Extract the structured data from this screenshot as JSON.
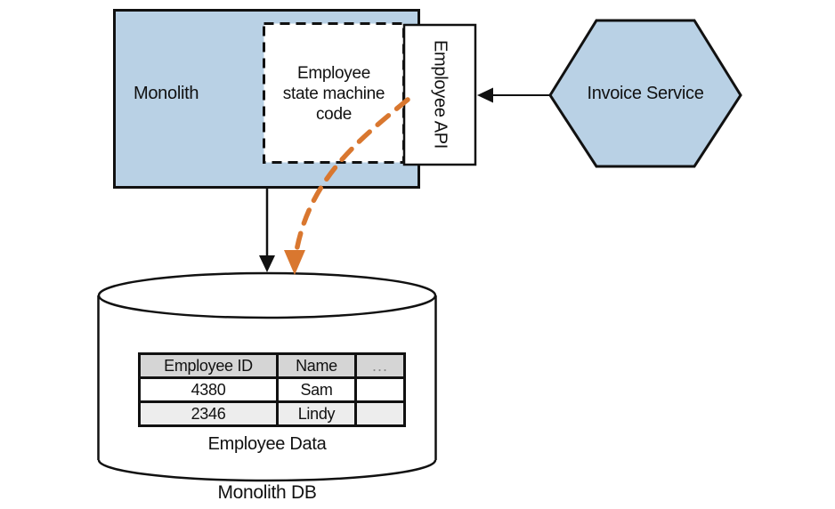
{
  "monolith": {
    "label": "Monolith"
  },
  "state_machine_box": {
    "lines": [
      "Employee",
      "state machine",
      "code"
    ]
  },
  "employee_api": {
    "label": "Employee API"
  },
  "invoice_service": {
    "label": "Invoice Service"
  },
  "database": {
    "label": "Monolith DB",
    "caption": "Employee Data",
    "table": {
      "headers": [
        "Employee ID",
        "Name",
        "..."
      ],
      "rows": [
        [
          "4380",
          "Sam",
          ""
        ],
        [
          "2346",
          "Lindy",
          ""
        ]
      ]
    }
  },
  "colors": {
    "node_fill_blue": "#b9d1e5",
    "highlight_orange": "#d9772f",
    "table_header_bg": "#d5d5d5",
    "table_alt_row_bg": "#ededed",
    "line_black": "#111111"
  }
}
